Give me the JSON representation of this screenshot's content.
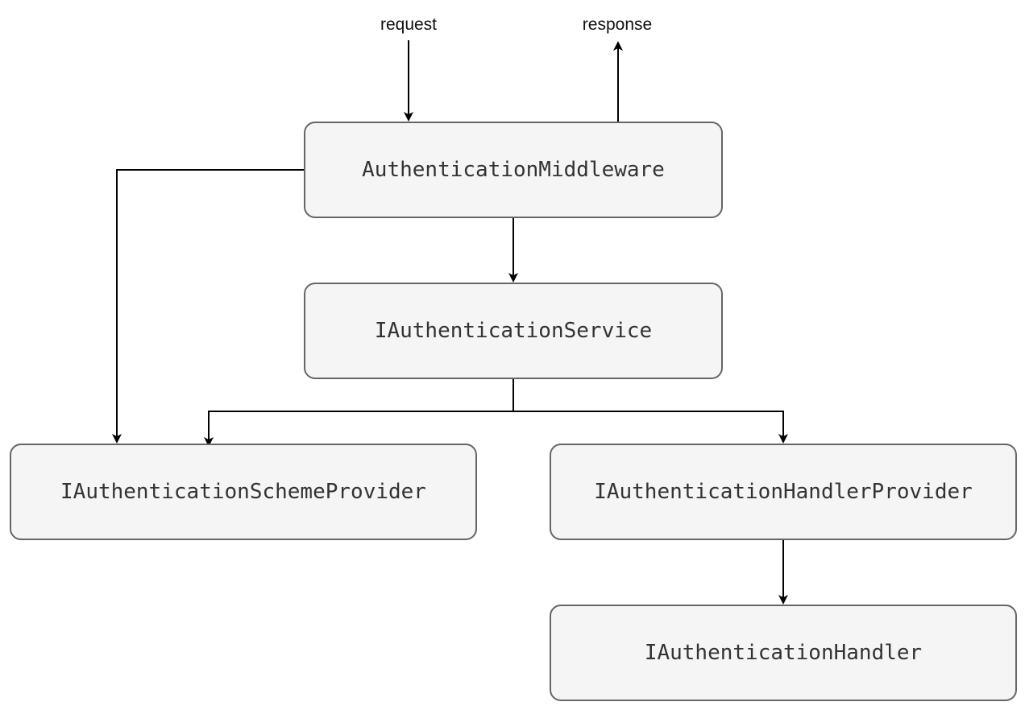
{
  "diagram": {
    "labels": {
      "request": "request",
      "response": "response"
    },
    "nodes": {
      "middleware": "AuthenticationMiddleware",
      "service": "IAuthenticationService",
      "scheme_provider": "IAuthenticationSchemeProvider",
      "handler_provider": "IAuthenticationHandlerProvider",
      "handler": "IAuthenticationHandler"
    },
    "edges": [
      {
        "from": "request",
        "to": "middleware"
      },
      {
        "from": "middleware",
        "to": "response"
      },
      {
        "from": "middleware",
        "to": "service"
      },
      {
        "from": "middleware",
        "to": "scheme_provider"
      },
      {
        "from": "service",
        "to": "scheme_provider"
      },
      {
        "from": "service",
        "to": "handler_provider"
      },
      {
        "from": "handler_provider",
        "to": "handler"
      }
    ],
    "colors": {
      "node_fill": "#f5f5f5",
      "node_border": "#666666",
      "node_text": "#333333",
      "edge": "#000000"
    }
  }
}
